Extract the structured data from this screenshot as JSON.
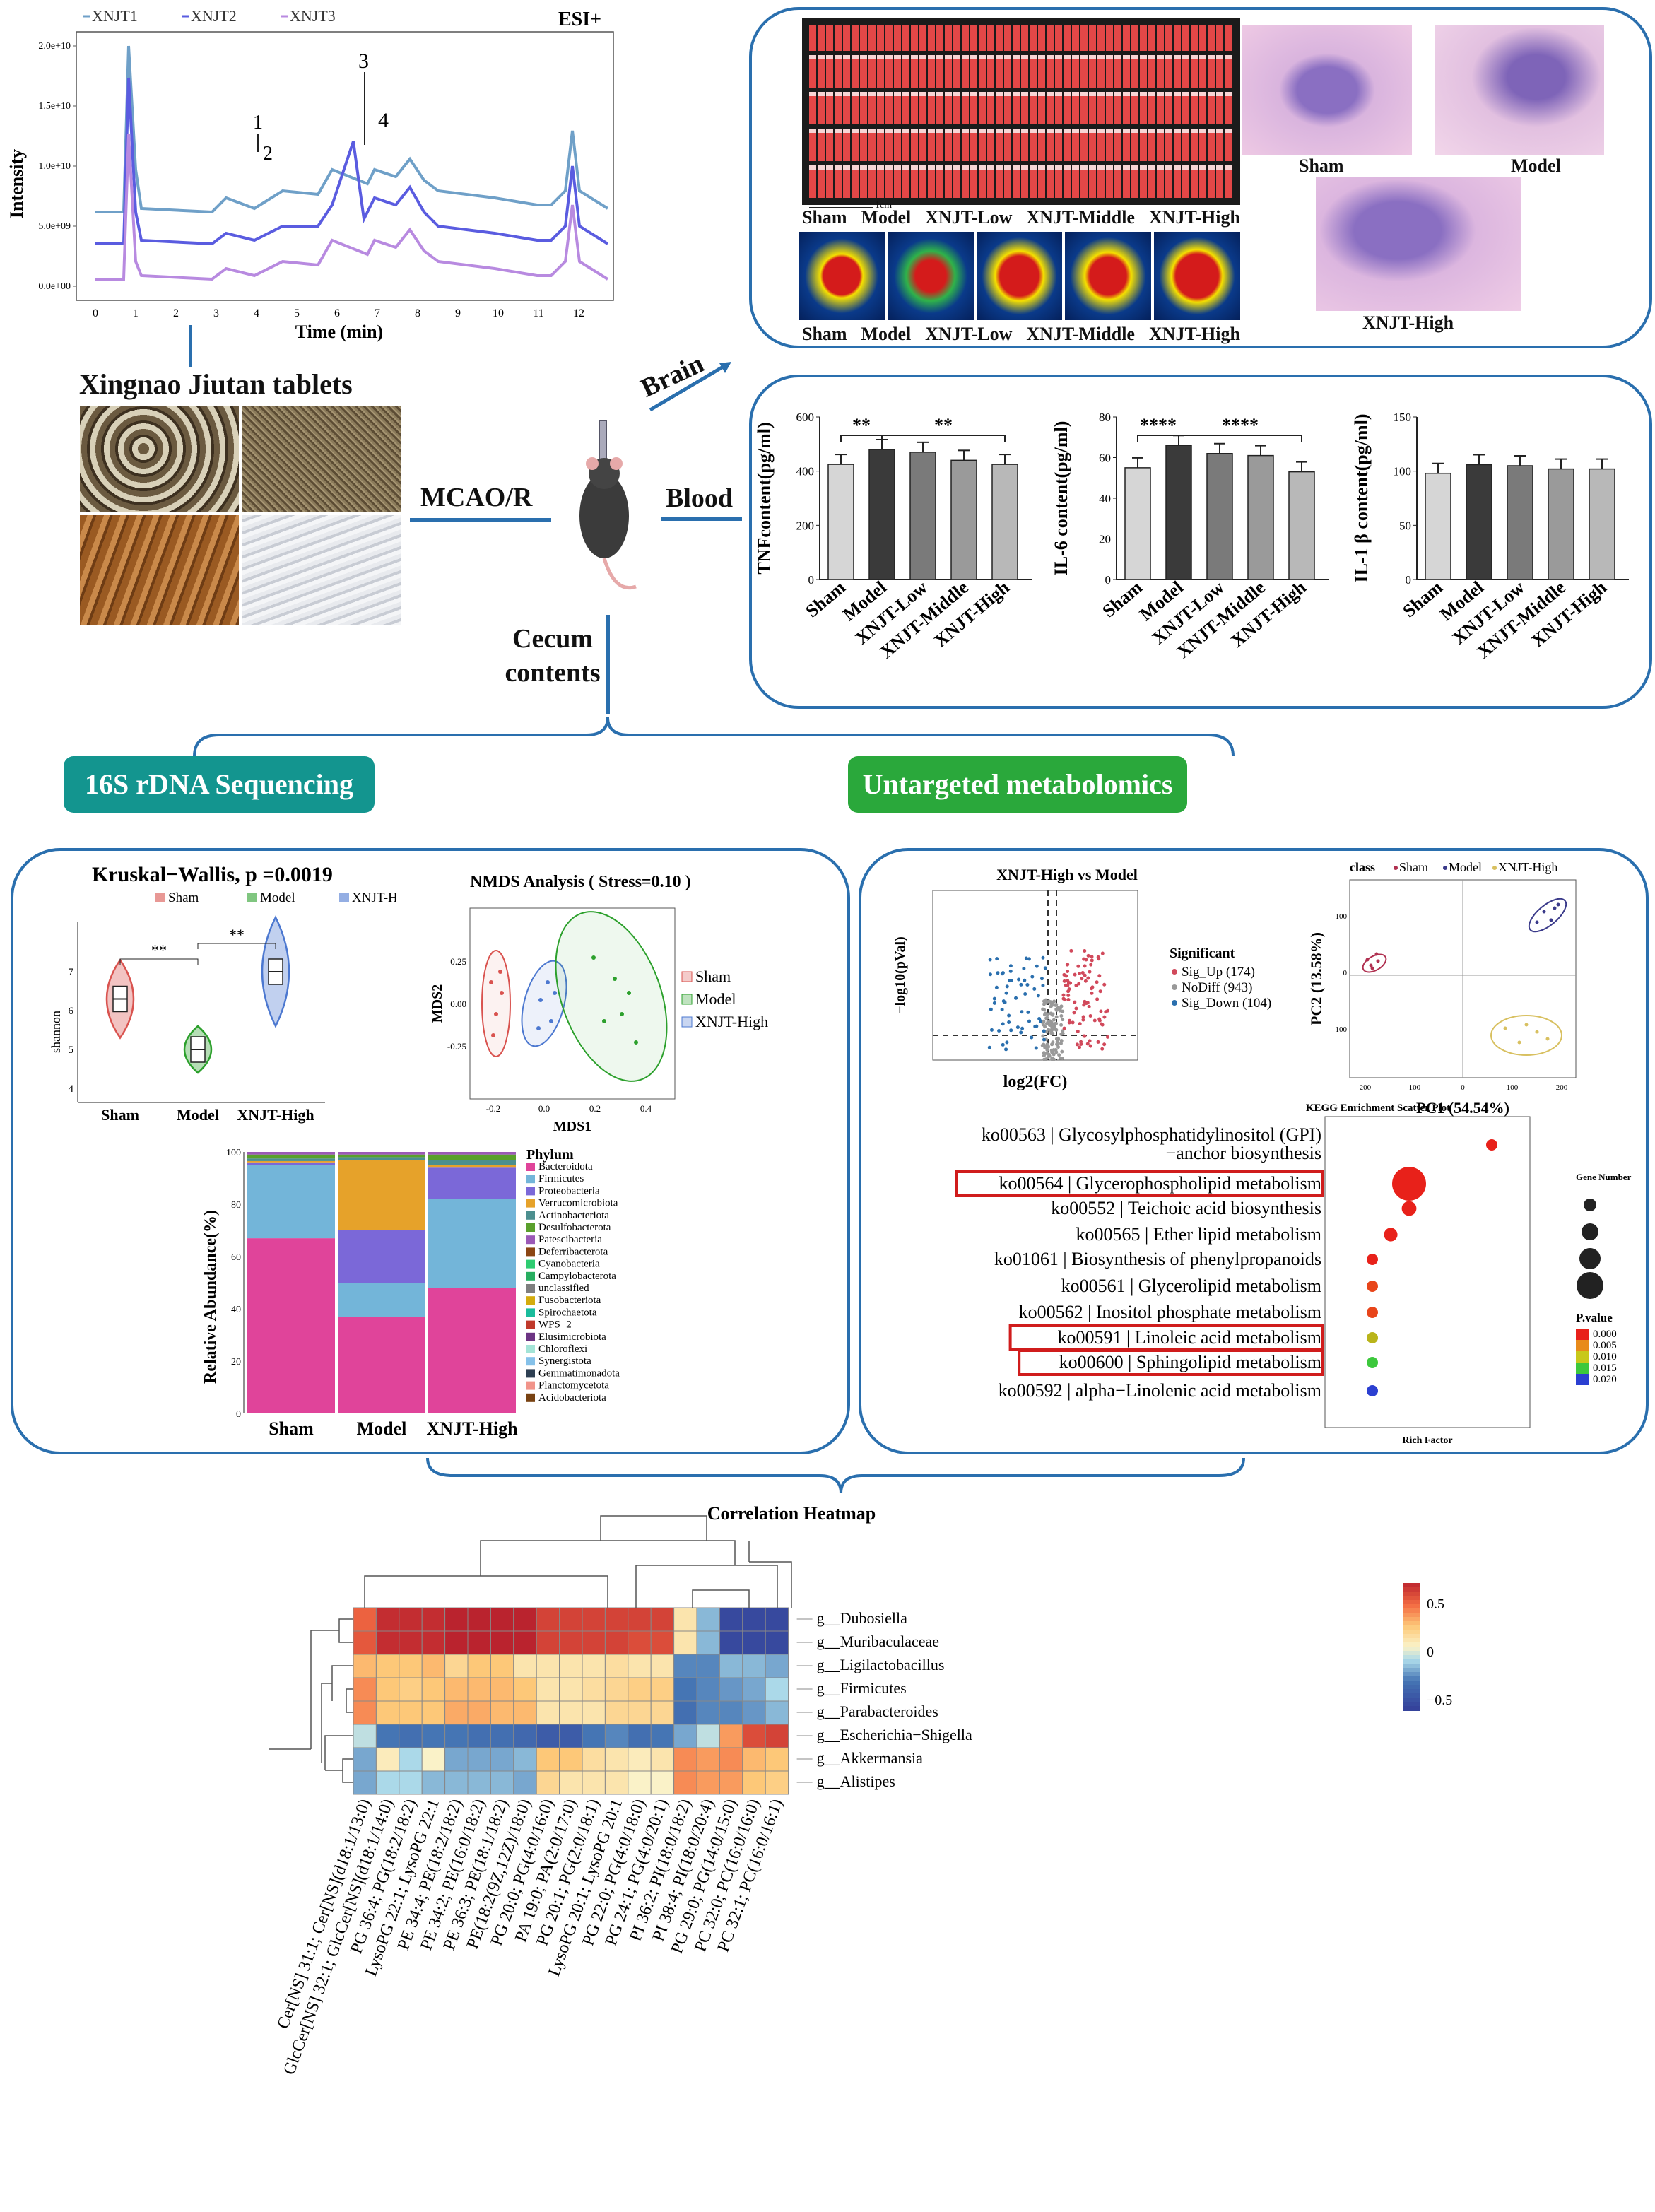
{
  "colors": {
    "frame_blue": "#2a6fae",
    "teal": "#13958f",
    "green": "#2aa83b",
    "sham_red": "#d9534f",
    "model_green": "#2ca02c",
    "high_blue": "#4c78d0"
  },
  "chromatogram": {
    "legend": [
      "XNJT1",
      "XNJT2",
      "XNJT3"
    ],
    "mode": "ESI+",
    "ylabel": "Intensity",
    "xlabel": "Time (min)",
    "yticks": [
      "2.0e+10",
      "1.5e+10",
      "1.0e+10",
      "5.0e+09",
      "0.0e+00"
    ],
    "xticks": [
      "0",
      "1",
      "2",
      "3",
      "4",
      "5",
      "6",
      "7",
      "8",
      "9",
      "10",
      "11",
      "12"
    ],
    "peaks": [
      "1",
      "2",
      "3",
      "4"
    ]
  },
  "tablets": {
    "title": "Xingnao Jiutan tablets"
  },
  "flow": {
    "mcao": "MCAO/R",
    "brain": "Brain",
    "blood": "Blood",
    "cecum": "Cecum contents"
  },
  "brain_panel": {
    "groups": [
      "Sham",
      "Model",
      "XNJT-Low",
      "XNJT-Middle",
      "XNJT-High"
    ],
    "scale_bar": "1cm",
    "histo_labels": [
      "Sham",
      "Model",
      "XNJT-High"
    ]
  },
  "cytokines": {
    "groups": [
      "Sham",
      "Model",
      "XNJT-Low",
      "XNJT-Middle",
      "XNJT-High"
    ],
    "charts": [
      {
        "ylabel": "TNFcontent(pg/ml)",
        "yticks": [
          "600",
          "400",
          "200",
          "0"
        ],
        "ymax": 600,
        "values": [
          425,
          480,
          470,
          440,
          425
        ],
        "sig": [
          "**",
          "**"
        ]
      },
      {
        "ylabel": "IL-6 content(pg/ml)",
        "yticks": [
          "80",
          "60",
          "40",
          "20",
          "0"
        ],
        "ymax": 80,
        "values": [
          55,
          66,
          62,
          61,
          53
        ],
        "sig": [
          "****",
          "****"
        ]
      },
      {
        "ylabel": "IL-1 β content(pg/ml)",
        "yticks": [
          "150",
          "100",
          "50",
          "0"
        ],
        "ymax": 150,
        "values": [
          98,
          106,
          105,
          102,
          102
        ],
        "sig": []
      }
    ]
  },
  "banners": {
    "left": "16S rDNA Sequencing",
    "right": "Untargeted metabolomics"
  },
  "violin": {
    "title": "Kruskal−Wallis, p =0.0019",
    "legend": [
      "Sham",
      "Model",
      "XNJT-High"
    ],
    "ylabel": "shannon",
    "yticks": [
      "7",
      "6",
      "5",
      "4"
    ],
    "xlabels": [
      "Sham",
      "Model",
      "XNJT-High"
    ],
    "sig": [
      "**",
      "**"
    ],
    "medians": [
      6.3,
      5.0,
      7.0
    ]
  },
  "nmds": {
    "title": "NMDS Analysis ( Stress=0.10 )",
    "xlabel": "MDS1",
    "ylabel": "MDS2",
    "xticks": [
      "-0.2",
      "0.0",
      "0.2",
      "0.4"
    ],
    "yticks": [
      "0.25",
      "0.00",
      "-0.25"
    ],
    "legend": [
      "Sham",
      "Model",
      "XNJT-High"
    ]
  },
  "abundance": {
    "ylabel": "Relative Abundance(%)",
    "yticks": [
      "100",
      "80",
      "60",
      "40",
      "20",
      "0"
    ],
    "groups": [
      "Sham",
      "Model",
      "XNJT-High"
    ],
    "legend_title": "Phylum",
    "phyla": [
      "Bacteroidota",
      "Firmicutes",
      "Proteobacteria",
      "Verrucomicrobiota",
      "Actinobacteriota",
      "Desulfobacterota",
      "Patescibacteria",
      "Deferribacterota",
      "Cyanobacteria",
      "Campylobacterota",
      "unclassified",
      "Fusobacteriota",
      "Spirochaetota",
      "WPS−2",
      "Elusimicrobiota",
      "Chloroflexi",
      "Synergistota",
      "Gemmatimonadota",
      "Planctomycetota",
      "Acidobacteriota"
    ],
    "phyla_colors": [
      "#e0449a",
      "#73b5d9",
      "#7b68d8",
      "#e6a22a",
      "#4c8f8f",
      "#5aa02c",
      "#9b59b6",
      "#8b4513",
      "#2ecc71",
      "#27ae60",
      "#7f7f7f",
      "#d4ac0d",
      "#1abc9c",
      "#c0392b",
      "#6c3483",
      "#a3e4d7",
      "#85c1e9",
      "#2e4053",
      "#f1948a",
      "#784212"
    ],
    "stacks": [
      [
        67,
        28,
        1,
        0.5,
        1,
        1.5,
        1
      ],
      [
        37,
        13,
        20,
        27,
        1,
        1,
        1
      ],
      [
        48,
        34,
        12,
        1,
        2,
        2,
        1
      ]
    ]
  },
  "volcano": {
    "title": "XNJT-High vs Model",
    "xlabel": "log2(FC)",
    "ylabel": "−log10(pVal)",
    "legend_title": "Significant",
    "legend": [
      "Sig_Up (174)",
      "NoDiff (943)",
      "Sig_Down (104)"
    ]
  },
  "pca": {
    "legend_title": "class",
    "legend": [
      "Sham",
      "Model",
      "XNJT-High"
    ],
    "xlabel": "PC1 (54.54%)",
    "ylabel": "PC2 (13.58%)",
    "xticks": [
      "-200",
      "-100",
      "0",
      "100",
      "200"
    ],
    "yticks": [
      "100",
      "0",
      "-100"
    ]
  },
  "kegg": {
    "title": "KEGG Enrichment Scatter Plot",
    "xlabel": "Rich Factor",
    "pathways": [
      "ko00563 | Glycosylphosphatidylinositol (GPI)",
      "ko00564 | Glycerophospholipid metabolism",
      "ko00552 | Teichoic acid biosynthesis",
      "ko00565 | Ether lipid metabolism",
      "ko01061 | Biosynthesis of phenylpropanoids",
      "ko00561 | Glycerolipid metabolism",
      "ko00562 | Inositol phosphate metabolism",
      "ko00591 | Linoleic acid metabolism",
      "ko00600 | Sphingolipid metabolism",
      "ko00592 | alpha−Linolenic acid metabolism"
    ],
    "pathway_cont": "−anchor biosynthesis",
    "highlighted": [
      1,
      7,
      8
    ],
    "rich": [
      0.85,
      0.4,
      0.4,
      0.3,
      0.2,
      0.2,
      0.2,
      0.2,
      0.2,
      0.2
    ],
    "sizes": [
      1,
      3,
      1.3,
      1.2,
      1,
      1,
      1,
      1,
      1,
      1
    ],
    "pcolor": [
      "#e8211a",
      "#e8211a",
      "#e8211a",
      "#e8211a",
      "#e8211a",
      "#e8451a",
      "#e8451a",
      "#b9b41a",
      "#3cc83c",
      "#2b3fd1"
    ],
    "size_title": "Gene Number",
    "color_title": "P.value",
    "color_ticks": [
      "0.000",
      "0.005",
      "0.010",
      "0.015",
      "0.020"
    ]
  },
  "heatmap": {
    "title": "Correlation Heatmap",
    "rows": [
      "g__Dubosiella",
      "g__Muribaculaceae",
      "g__Ligilactobacillus",
      "g__Firmicutes",
      "g__Parabacteroides",
      "g__Escherichia−Shigella",
      "g__Akkermansia",
      "g__Alistipes"
    ],
    "cols": [
      "Cer[NS] 31:1; Cer[NS](d18:1/13:0)",
      "GlcCer[NS] 32:1; GlcCer[NS](d18:1/14:0)",
      "PG 36:4; PG(18:2/18:2)",
      "LysoPG 22:1; LysoPG 22:1",
      "PE 34:4; PE(18:2/18:2)",
      "PE 34:2; PE(16:0/18:2)",
      "PE 36:3; PE(18:1/18:2)",
      "PE(18:2(9Z,12Z)/18:0)",
      "PG 20:0; PG(4:0/16:0)",
      "PA 19:0; PA(2:0/17:0)",
      "PG 20:1; PG(2:0/18:1)",
      "LysoPG 20:1; LysoPG 20:1",
      "PG 22:0; PG(4:0/18:0)",
      "PG 24:1; PG(4:0/20:1)",
      "PI 36:2; PI(18:0/18:2)",
      "PI 38:4; PI(18:0/20:4)",
      "PG 29:0; PG(14:0/15:0)",
      "PC 32:0; PC(16:0/16:0)",
      "PC 32:1; PC(16:0/16:1)"
    ],
    "values": [
      [
        0.65,
        0.9,
        0.9,
        0.9,
        0.95,
        0.95,
        0.95,
        0.95,
        0.8,
        0.8,
        0.8,
        0.8,
        0.8,
        0.8,
        0.1,
        -0.3,
        -0.85,
        -0.85,
        -0.85
      ],
      [
        0.7,
        0.9,
        0.9,
        0.9,
        0.95,
        0.95,
        0.95,
        0.95,
        0.8,
        0.8,
        0.8,
        0.8,
        0.75,
        0.75,
        0.1,
        -0.3,
        -0.85,
        -0.85,
        -0.85
      ],
      [
        0.35,
        0.3,
        0.3,
        0.35,
        0.2,
        0.3,
        0.3,
        0.1,
        0.1,
        0.1,
        0.1,
        0.15,
        0.1,
        0.1,
        -0.45,
        -0.45,
        -0.3,
        -0.3,
        -0.35
      ],
      [
        0.5,
        0.3,
        0.25,
        0.3,
        0.35,
        0.35,
        0.35,
        0.3,
        0.1,
        0.1,
        0.15,
        0.2,
        0.25,
        0.25,
        -0.5,
        -0.45,
        -0.4,
        -0.35,
        -0.2
      ],
      [
        0.5,
        0.3,
        0.3,
        0.3,
        0.4,
        0.4,
        0.35,
        0.35,
        0.1,
        0.1,
        0.1,
        0.2,
        0.2,
        0.2,
        -0.55,
        -0.45,
        -0.45,
        -0.4,
        -0.3
      ],
      [
        -0.15,
        -0.5,
        -0.55,
        -0.5,
        -0.5,
        -0.55,
        -0.55,
        -0.6,
        -0.7,
        -0.7,
        -0.5,
        -0.45,
        -0.55,
        -0.5,
        -0.35,
        -0.15,
        0.45,
        0.75,
        0.8
      ],
      [
        -0.35,
        0.05,
        -0.2,
        0.0,
        -0.35,
        -0.35,
        -0.35,
        -0.3,
        0.3,
        0.3,
        0.15,
        0.1,
        0.05,
        0.1,
        0.5,
        0.45,
        0.5,
        0.35,
        0.3
      ],
      [
        -0.35,
        -0.2,
        -0.2,
        -0.3,
        -0.3,
        -0.3,
        -0.3,
        -0.35,
        0.2,
        0.1,
        0.1,
        0.1,
        0.0,
        0.0,
        0.5,
        0.45,
        0.45,
        0.3,
        0.25
      ]
    ],
    "scale_ticks": [
      "0.5",
      "0",
      "−0.5"
    ]
  }
}
